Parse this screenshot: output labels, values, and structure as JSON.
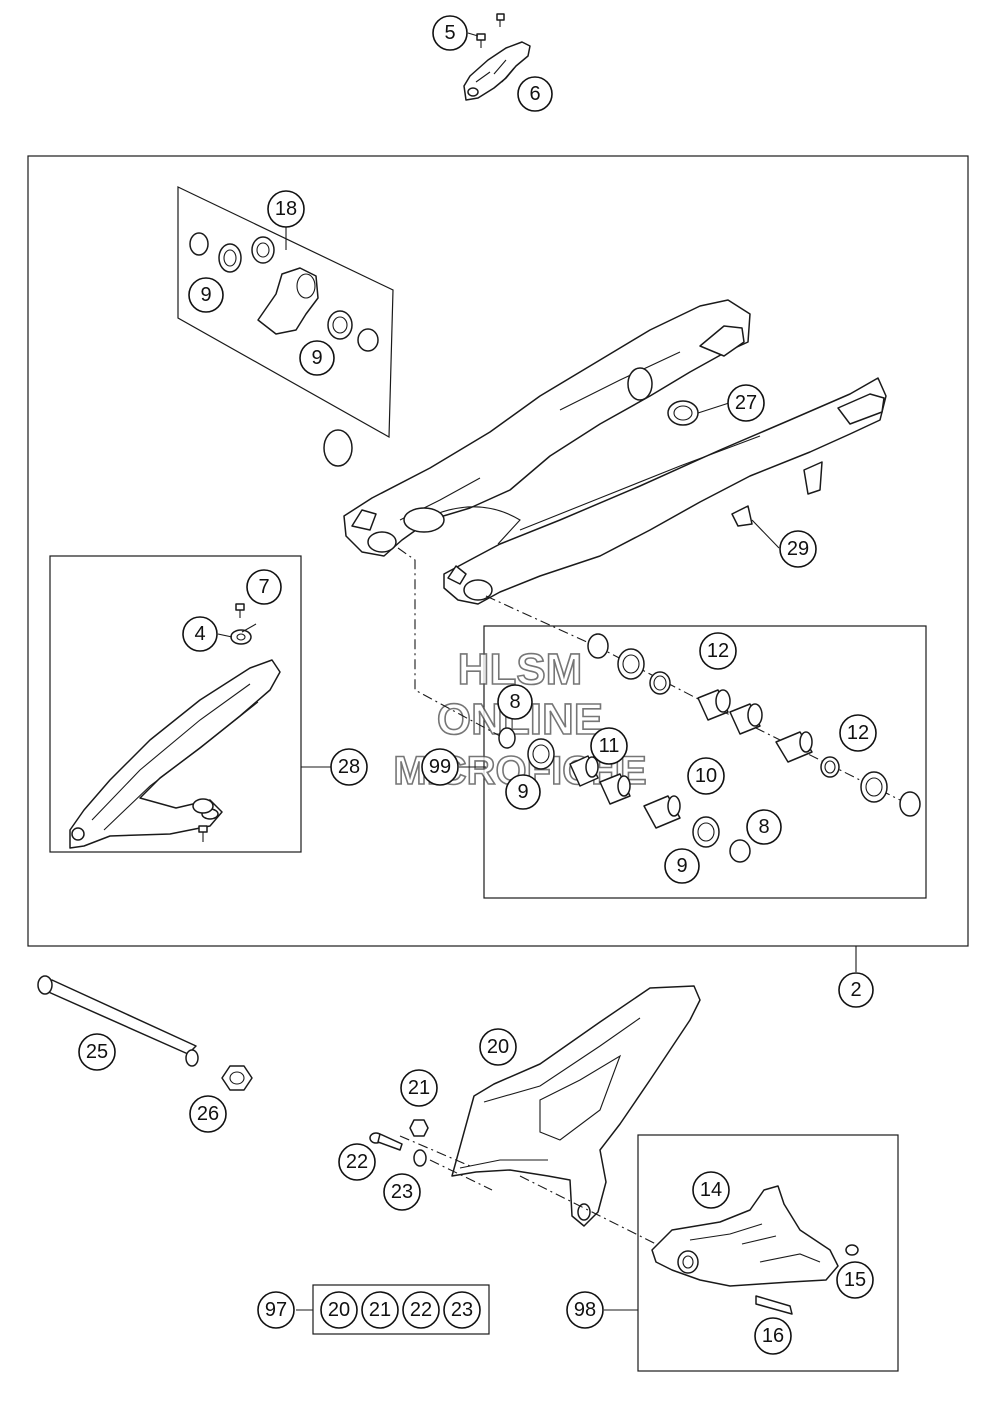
{
  "watermark": {
    "line1": "HLSM",
    "line2": "ONLINE",
    "line3": "MICROFICHE"
  },
  "callouts": {
    "c2": "2",
    "c4": "4",
    "c5": "5",
    "c6": "6",
    "c7": "7",
    "c8a": "8",
    "c8b": "8",
    "c9a": "9",
    "c9b": "9",
    "c9c": "9",
    "c9d": "9",
    "c10": "10",
    "c11": "11",
    "c12a": "12",
    "c12b": "12",
    "c14": "14",
    "c15": "15",
    "c16": "16",
    "c18": "18",
    "c20": "20",
    "c21": "21",
    "c22": "22",
    "c23": "23",
    "c25": "25",
    "c26": "26",
    "c27": "27",
    "c28": "28",
    "c29": "29",
    "c97": "97",
    "c98": "98",
    "c99": "99"
  },
  "kit97": [
    "20",
    "21",
    "22",
    "23"
  ],
  "colors": {
    "line": "#1a1a1a",
    "background": "#ffffff",
    "watermark": "#555555"
  }
}
